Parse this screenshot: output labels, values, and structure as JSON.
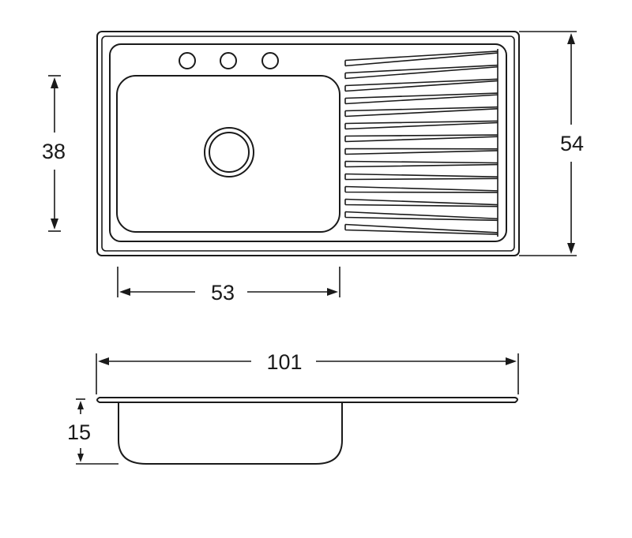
{
  "dimensions": {
    "bowl_height": "38",
    "overall_depth": "54",
    "bowl_width": "53",
    "overall_width": "101",
    "bowl_depth": "15"
  },
  "features": {
    "tap_holes": 3,
    "drainer_grooves": 14
  }
}
